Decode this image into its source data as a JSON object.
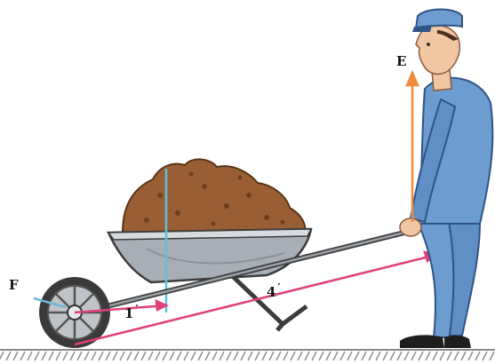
{
  "figure": {
    "labels": {
      "force_label": "F",
      "effort_label": "E",
      "short_arm_label": "1",
      "long_arm_label": "4",
      "prime_mark": "′"
    },
    "colors": {
      "force_arrow": "#6fb8d8",
      "effort_arrow": "#f08a3c",
      "lever_arm_line": "#e0407a",
      "load_line": "#5bc2d8",
      "barrow_body": "#a7aeb6",
      "soil": "#9a5e35",
      "uniform": "#6c9cd0",
      "ground": "#8a8a8a"
    }
  }
}
